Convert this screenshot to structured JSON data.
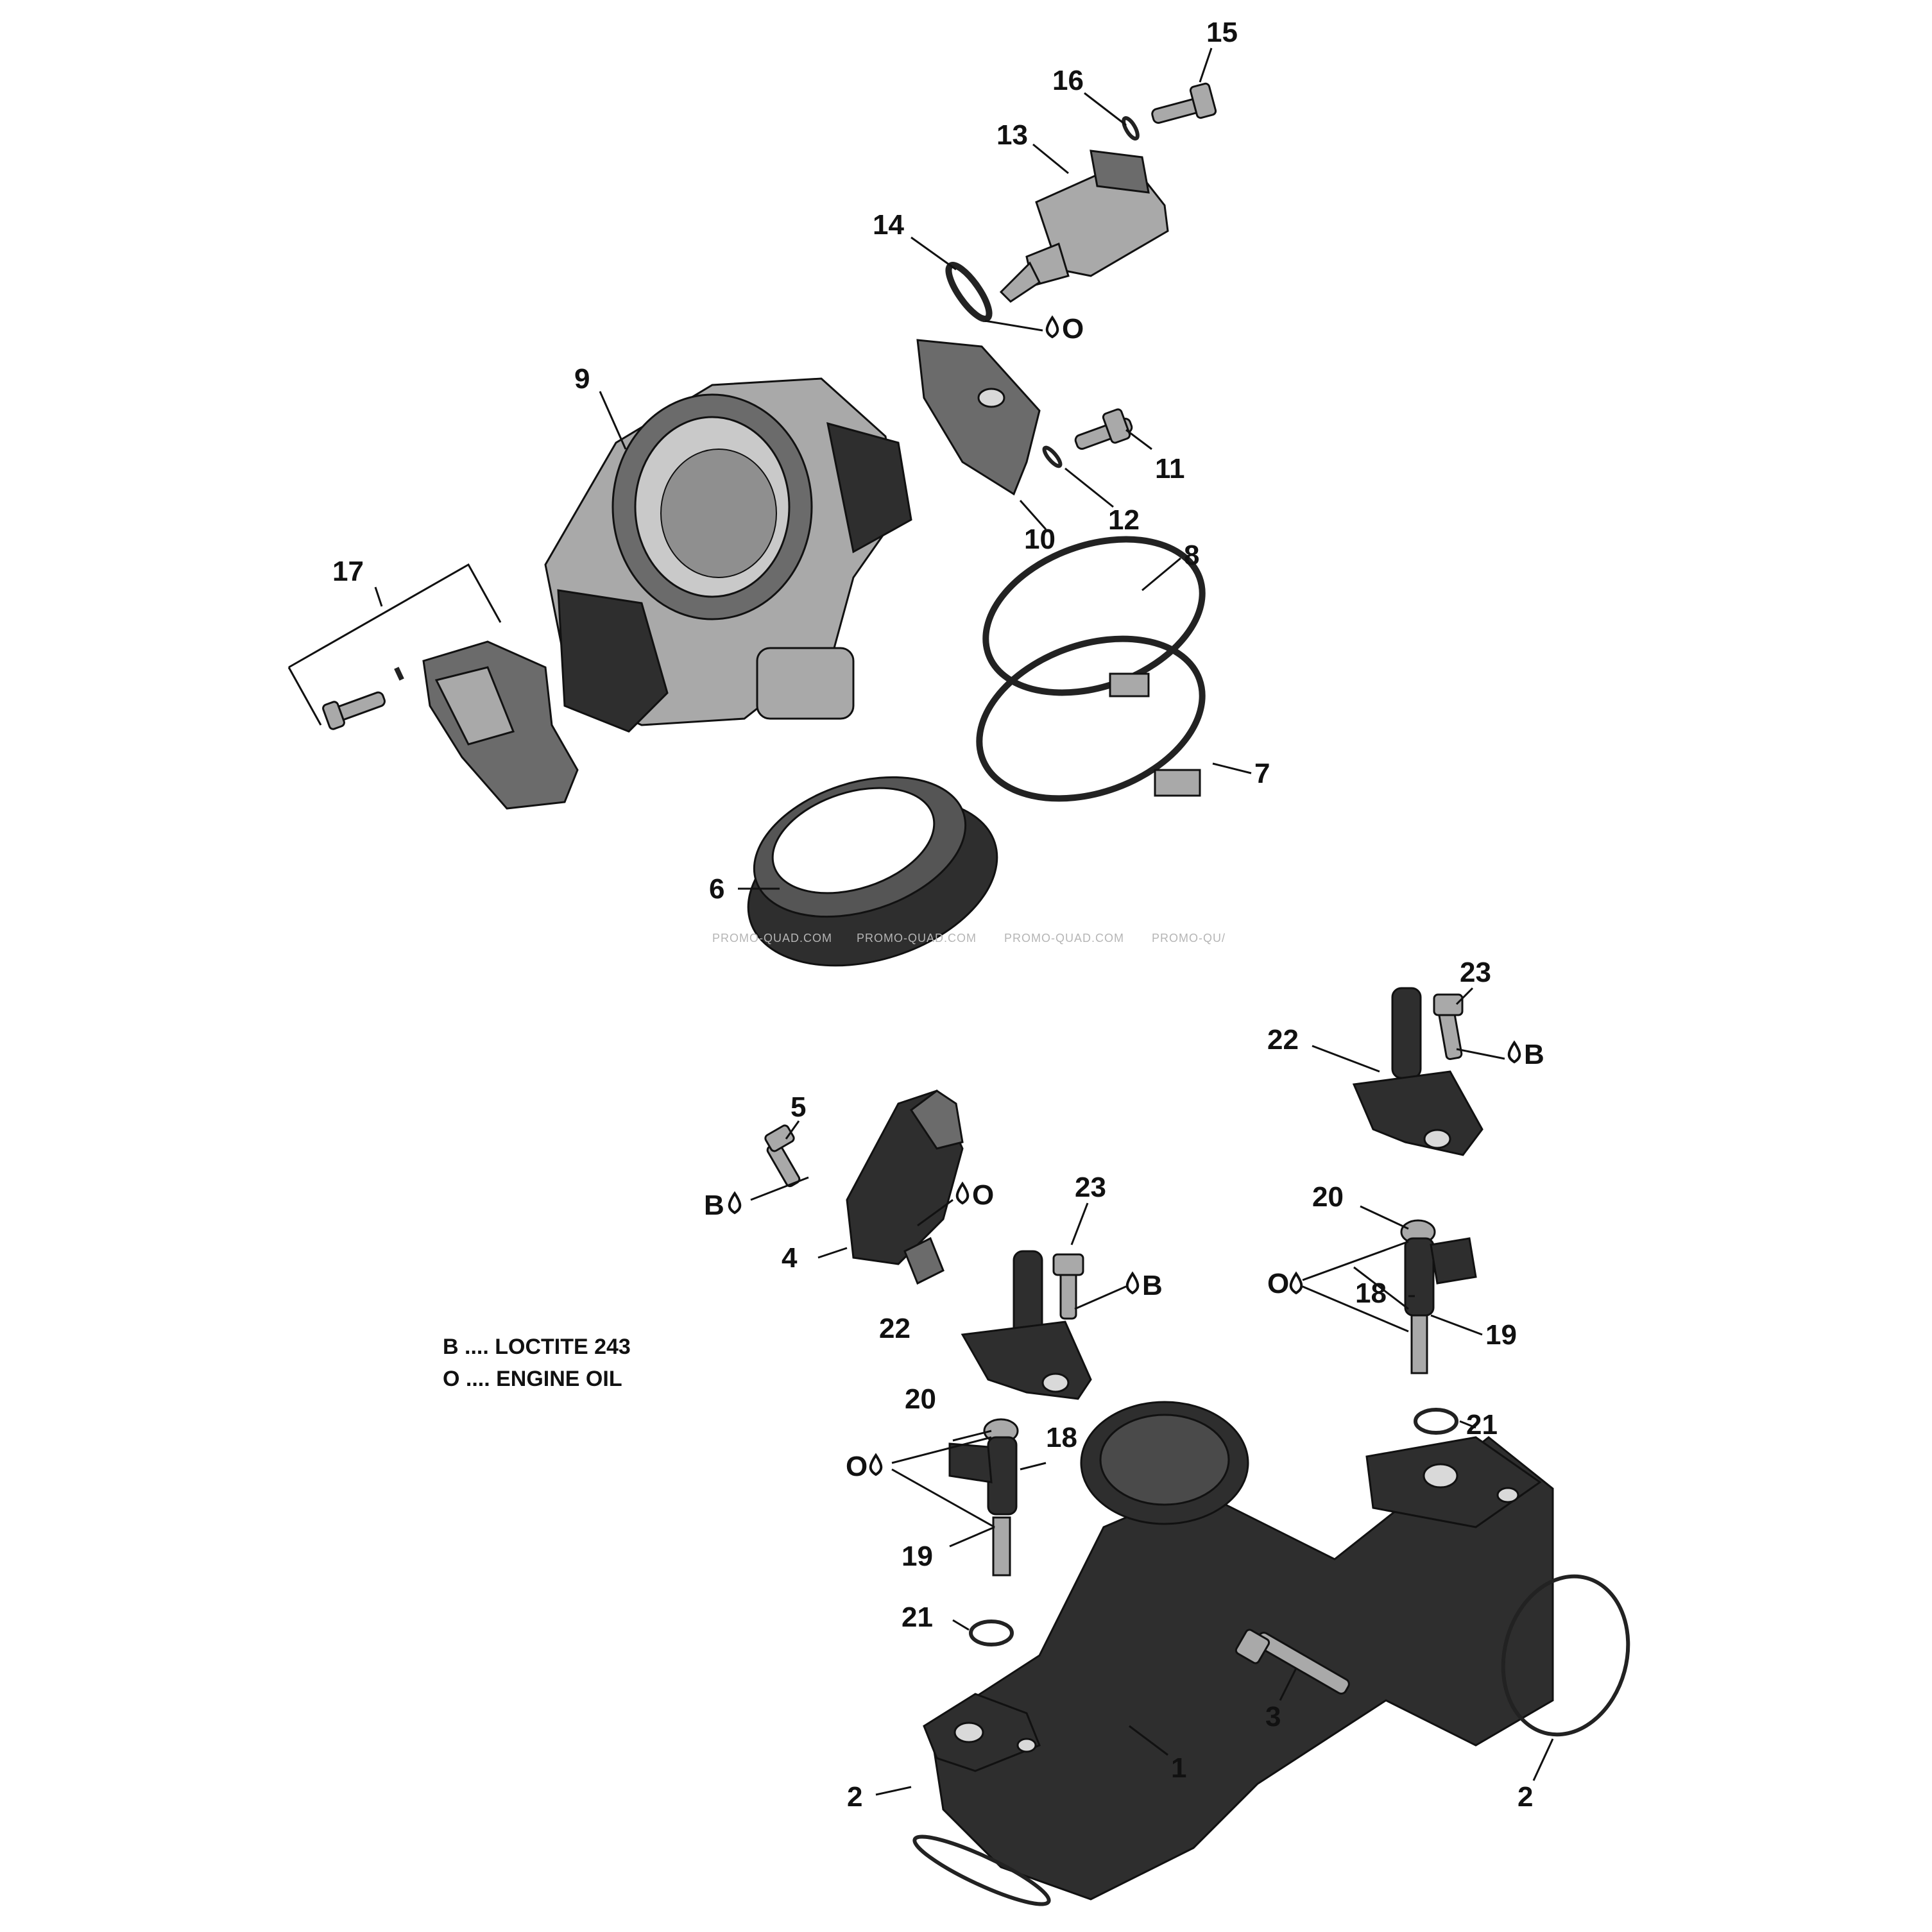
{
  "callouts": [
    {
      "id": "c15",
      "label": "15"
    },
    {
      "id": "c16",
      "label": "16"
    },
    {
      "id": "c13",
      "label": "13"
    },
    {
      "id": "c14",
      "label": "14"
    },
    {
      "id": "c9",
      "label": "9"
    },
    {
      "id": "c11",
      "label": "11"
    },
    {
      "id": "c12",
      "label": "12"
    },
    {
      "id": "c10",
      "label": "10"
    },
    {
      "id": "c8",
      "label": "8"
    },
    {
      "id": "c17",
      "label": "17"
    },
    {
      "id": "c7",
      "label": "7"
    },
    {
      "id": "c6",
      "label": "6"
    },
    {
      "id": "c23a",
      "label": "23"
    },
    {
      "id": "c22a",
      "label": "22"
    },
    {
      "id": "c5",
      "label": "5"
    },
    {
      "id": "c23b",
      "label": "23"
    },
    {
      "id": "c20a",
      "label": "20"
    },
    {
      "id": "c4",
      "label": "4"
    },
    {
      "id": "c18a",
      "label": "18"
    },
    {
      "id": "c22b",
      "label": "22"
    },
    {
      "id": "c19a",
      "label": "19"
    },
    {
      "id": "c20b",
      "label": "20"
    },
    {
      "id": "c21a",
      "label": "21"
    },
    {
      "id": "c18b",
      "label": "18"
    },
    {
      "id": "c19b",
      "label": "19"
    },
    {
      "id": "c21b",
      "label": "21"
    },
    {
      "id": "c3",
      "label": "3"
    },
    {
      "id": "c1",
      "label": "1"
    },
    {
      "id": "c2a",
      "label": "2"
    },
    {
      "id": "c2b",
      "label": "2"
    }
  ],
  "markers": [
    {
      "id": "m1",
      "code": "O"
    },
    {
      "id": "m2",
      "code": "B"
    },
    {
      "id": "m3",
      "code": "B"
    },
    {
      "id": "m4",
      "code": "O"
    },
    {
      "id": "m5",
      "code": "B"
    },
    {
      "id": "m6",
      "code": "O"
    },
    {
      "id": "m7",
      "code": "O"
    }
  ],
  "legend": [
    {
      "code": "B",
      "text": "B .... LOCTITE 243"
    },
    {
      "code": "O",
      "text": "O .... ENGINE OIL"
    }
  ],
  "watermark": [
    "PROMO-QUAD.COM",
    "PROMO-QUAD.COM",
    "PROMO-QUAD.COM",
    "PROMO-QU/"
  ]
}
